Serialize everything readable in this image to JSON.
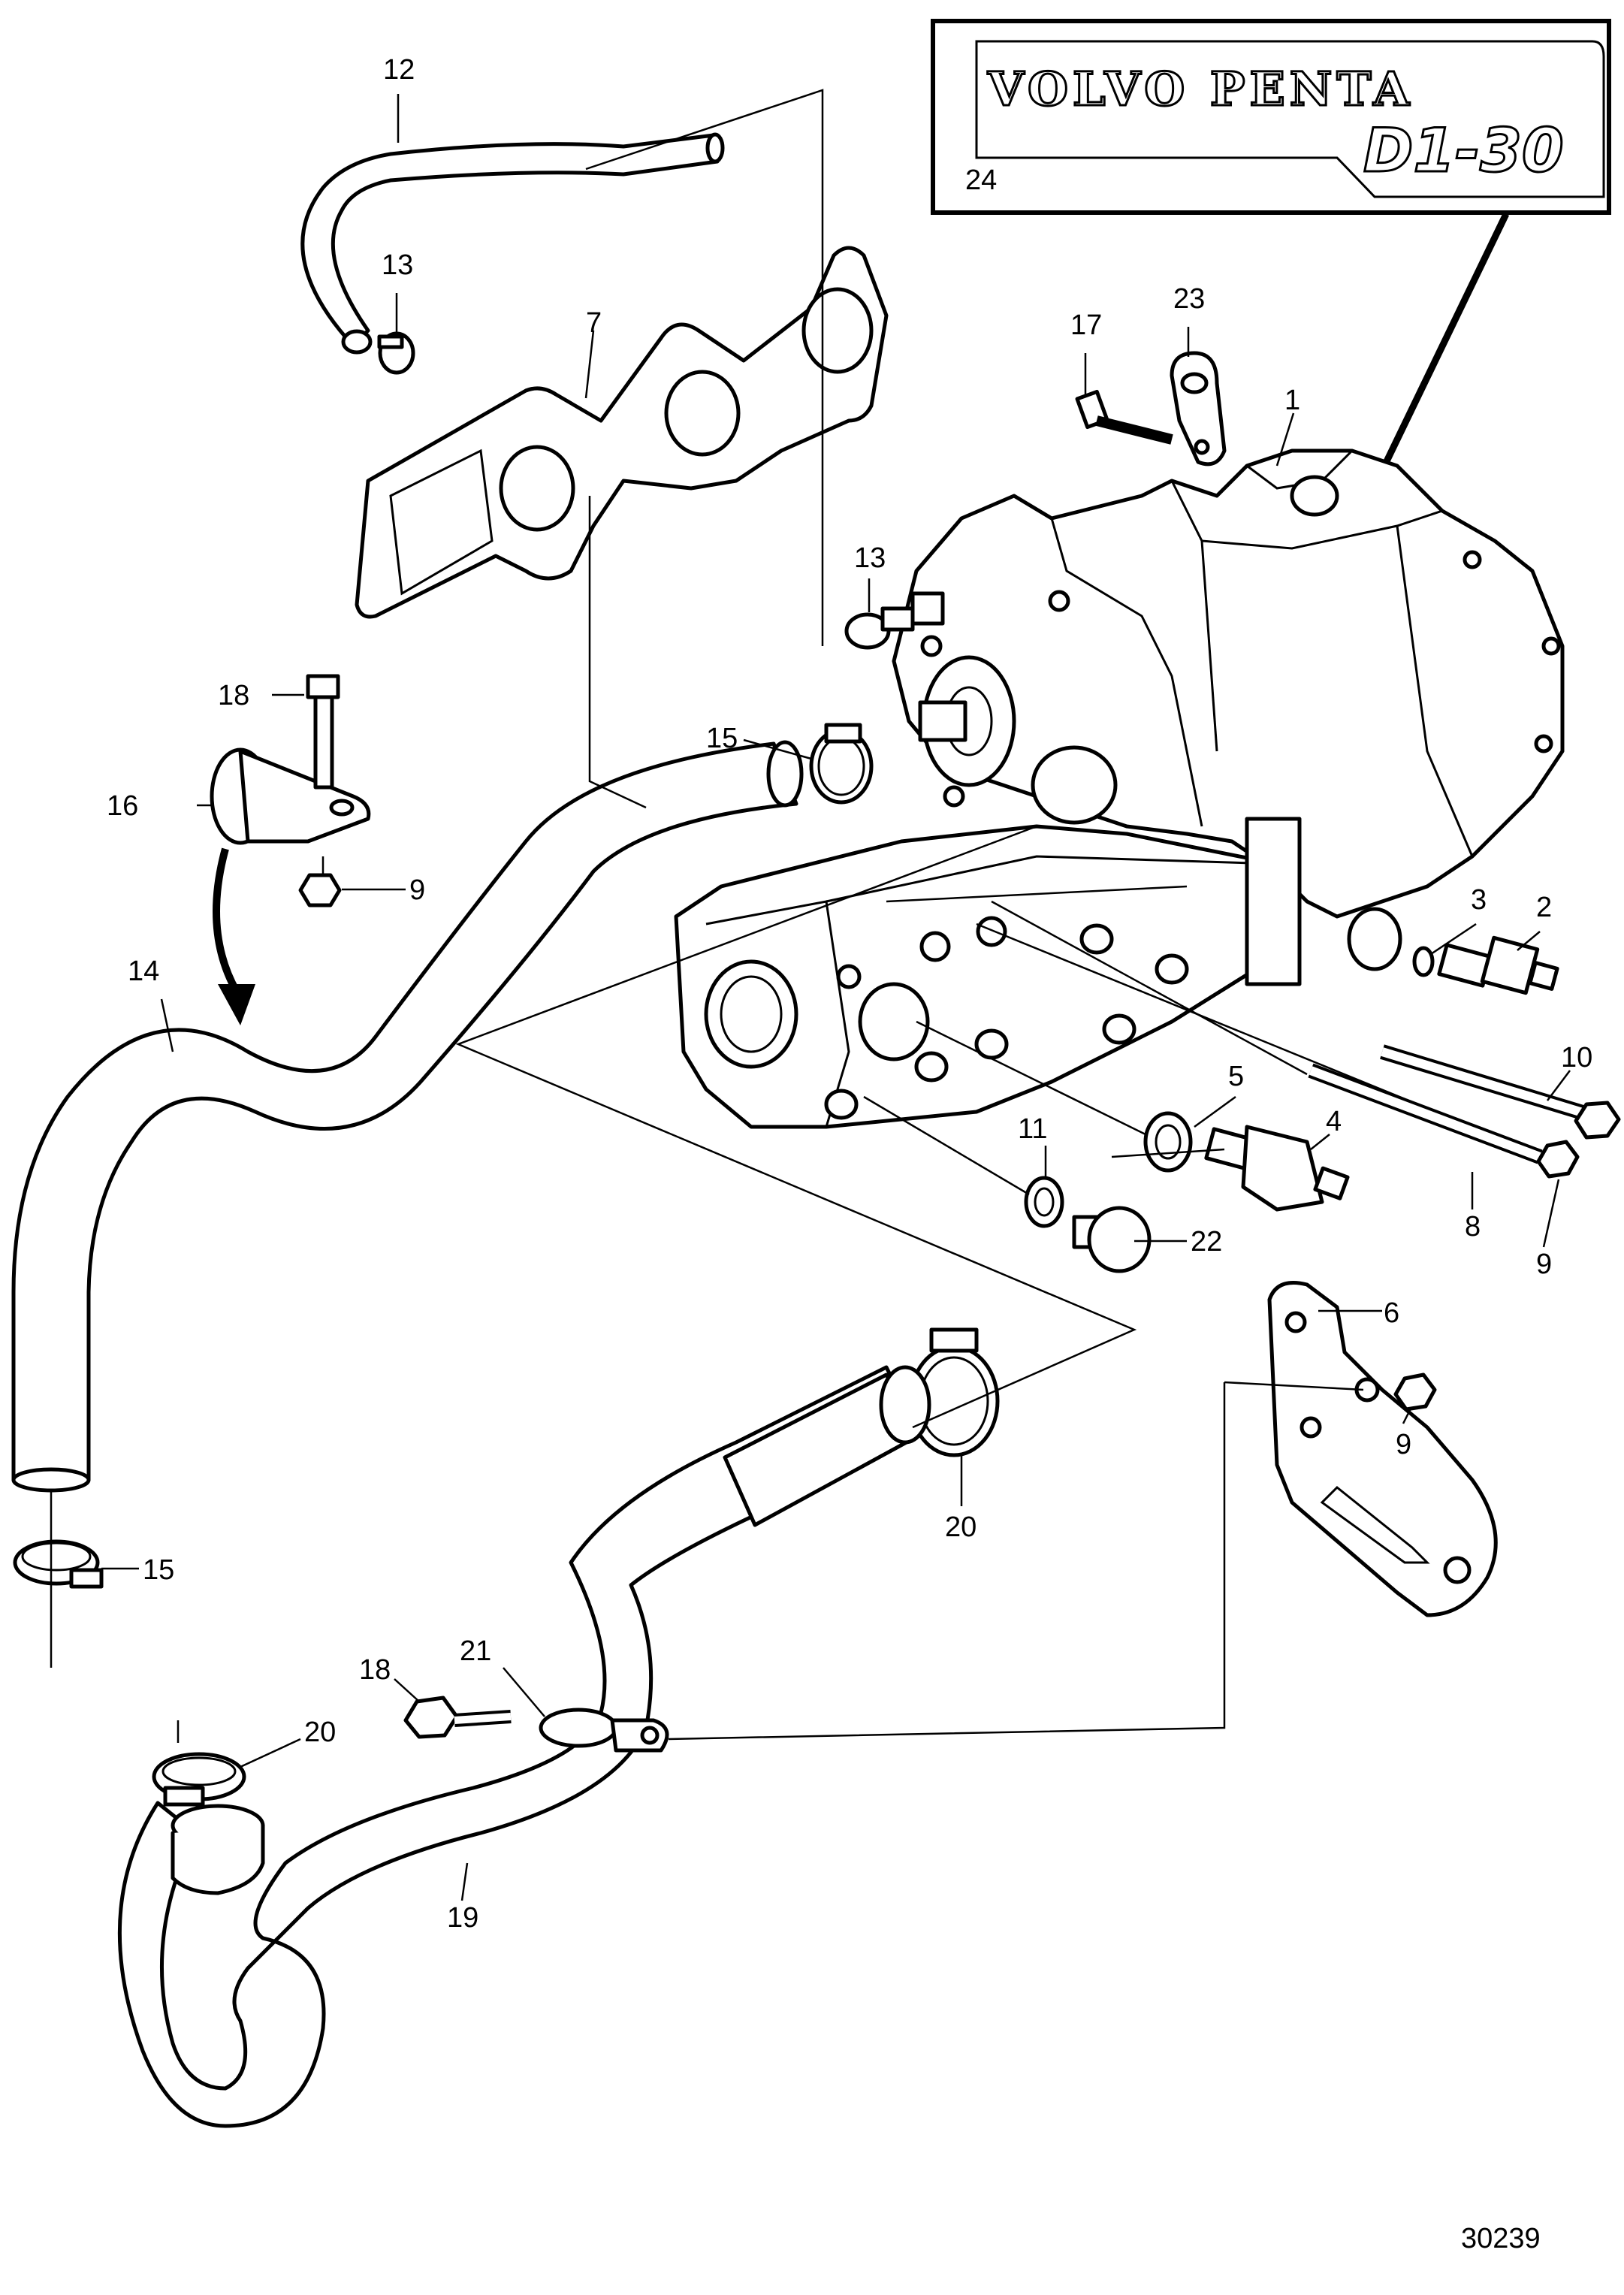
{
  "emblem": {
    "brand": "VOLVO PENTA",
    "model": "D1-30",
    "ref": "24"
  },
  "labels": [
    {
      "id": "l12a",
      "text": "12"
    },
    {
      "id": "l13a",
      "text": "13"
    },
    {
      "id": "l7",
      "text": "7"
    },
    {
      "id": "l17",
      "text": "17"
    },
    {
      "id": "l23",
      "text": "23"
    },
    {
      "id": "l1",
      "text": "1"
    },
    {
      "id": "l13b",
      "text": "13"
    },
    {
      "id": "l18a",
      "text": "18"
    },
    {
      "id": "l15a",
      "text": "15"
    },
    {
      "id": "l16",
      "text": "16"
    },
    {
      "id": "l9a",
      "text": "9"
    },
    {
      "id": "l14",
      "text": "14"
    },
    {
      "id": "l3",
      "text": "3"
    },
    {
      "id": "l2",
      "text": "2"
    },
    {
      "id": "l10",
      "text": "10"
    },
    {
      "id": "l5",
      "text": "5"
    },
    {
      "id": "l4",
      "text": "4"
    },
    {
      "id": "l11",
      "text": "11"
    },
    {
      "id": "l22",
      "text": "22"
    },
    {
      "id": "l8",
      "text": "8"
    },
    {
      "id": "l9b",
      "text": "9"
    },
    {
      "id": "l6",
      "text": "6"
    },
    {
      "id": "l9c",
      "text": "9"
    },
    {
      "id": "l20a",
      "text": "20"
    },
    {
      "id": "l15b",
      "text": "15"
    },
    {
      "id": "l21",
      "text": "21"
    },
    {
      "id": "l18b",
      "text": "18"
    },
    {
      "id": "l20b",
      "text": "20"
    },
    {
      "id": "l19",
      "text": "19"
    }
  ],
  "drawing_number": "30239"
}
